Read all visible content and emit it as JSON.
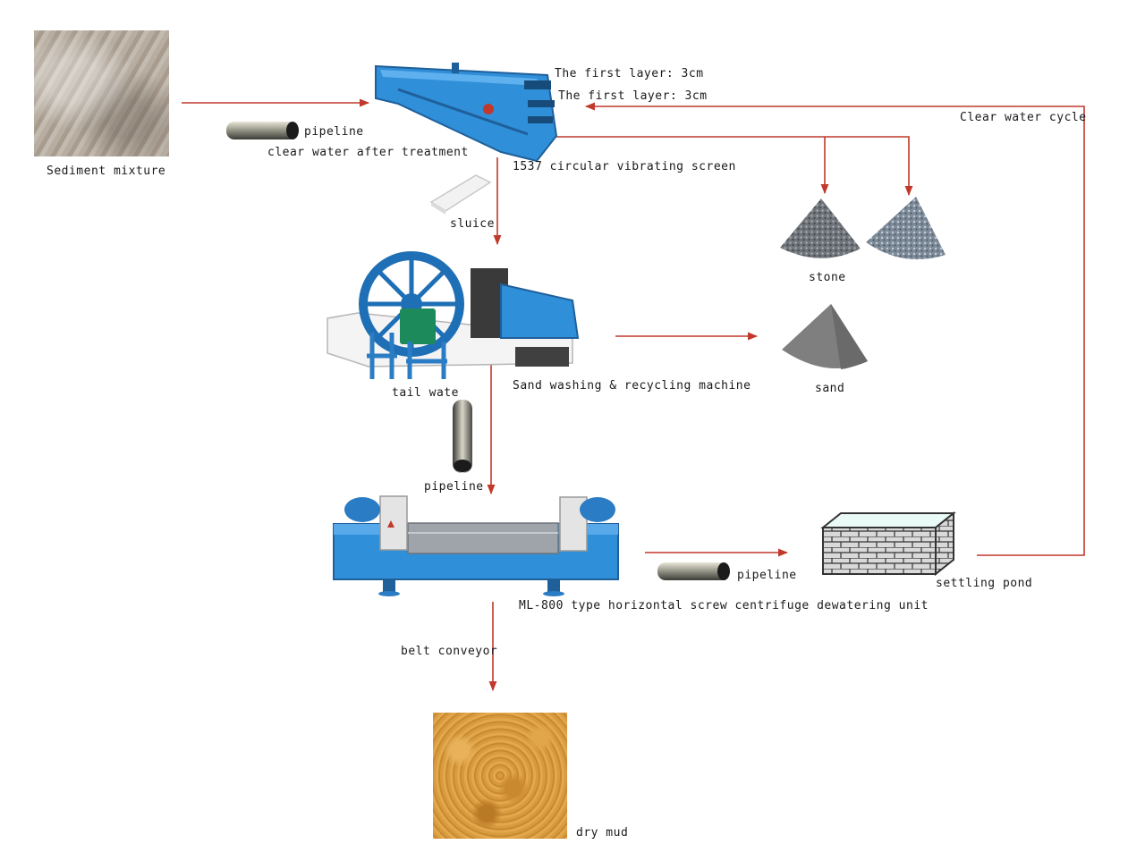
{
  "labels": {
    "sediment_mixture": "Sediment mixture",
    "pipeline_1": "pipeline",
    "clear_water_after_treatment": "clear water after treatment",
    "first_layer_a": "The first layer: 3cm",
    "first_layer_b": "The first layer: 3cm",
    "clear_water_cycle": "Clear water cycle",
    "vibrating_screen": "1537 circular vibrating screen",
    "sluice": "sluice",
    "stone": "stone",
    "sand_washing_machine": "Sand washing & recycling machine",
    "sand": "sand",
    "tail_water": "tail wate",
    "pipeline_2": "pipeline",
    "pipeline_3": "pipeline",
    "settling_pond": "settling pond",
    "centrifuge_unit": "ML-800 type horizontal screw centrifuge dewatering unit",
    "belt_conveyor": "belt conveyor",
    "dry_mud": "dry mud"
  },
  "colors": {
    "flow_line": "#c0392b",
    "machine_blue": "#2f8fd8",
    "machine_dark": "#1f5f9a"
  },
  "icons": [
    "sediment-photo",
    "pipeline-icon",
    "vibrating-screen-image",
    "sluice-icon",
    "stone-pile-image",
    "sand-washing-machine-image",
    "sand-pile-image",
    "centrifuge-image",
    "settling-pond-image",
    "dry-mud-photo"
  ]
}
